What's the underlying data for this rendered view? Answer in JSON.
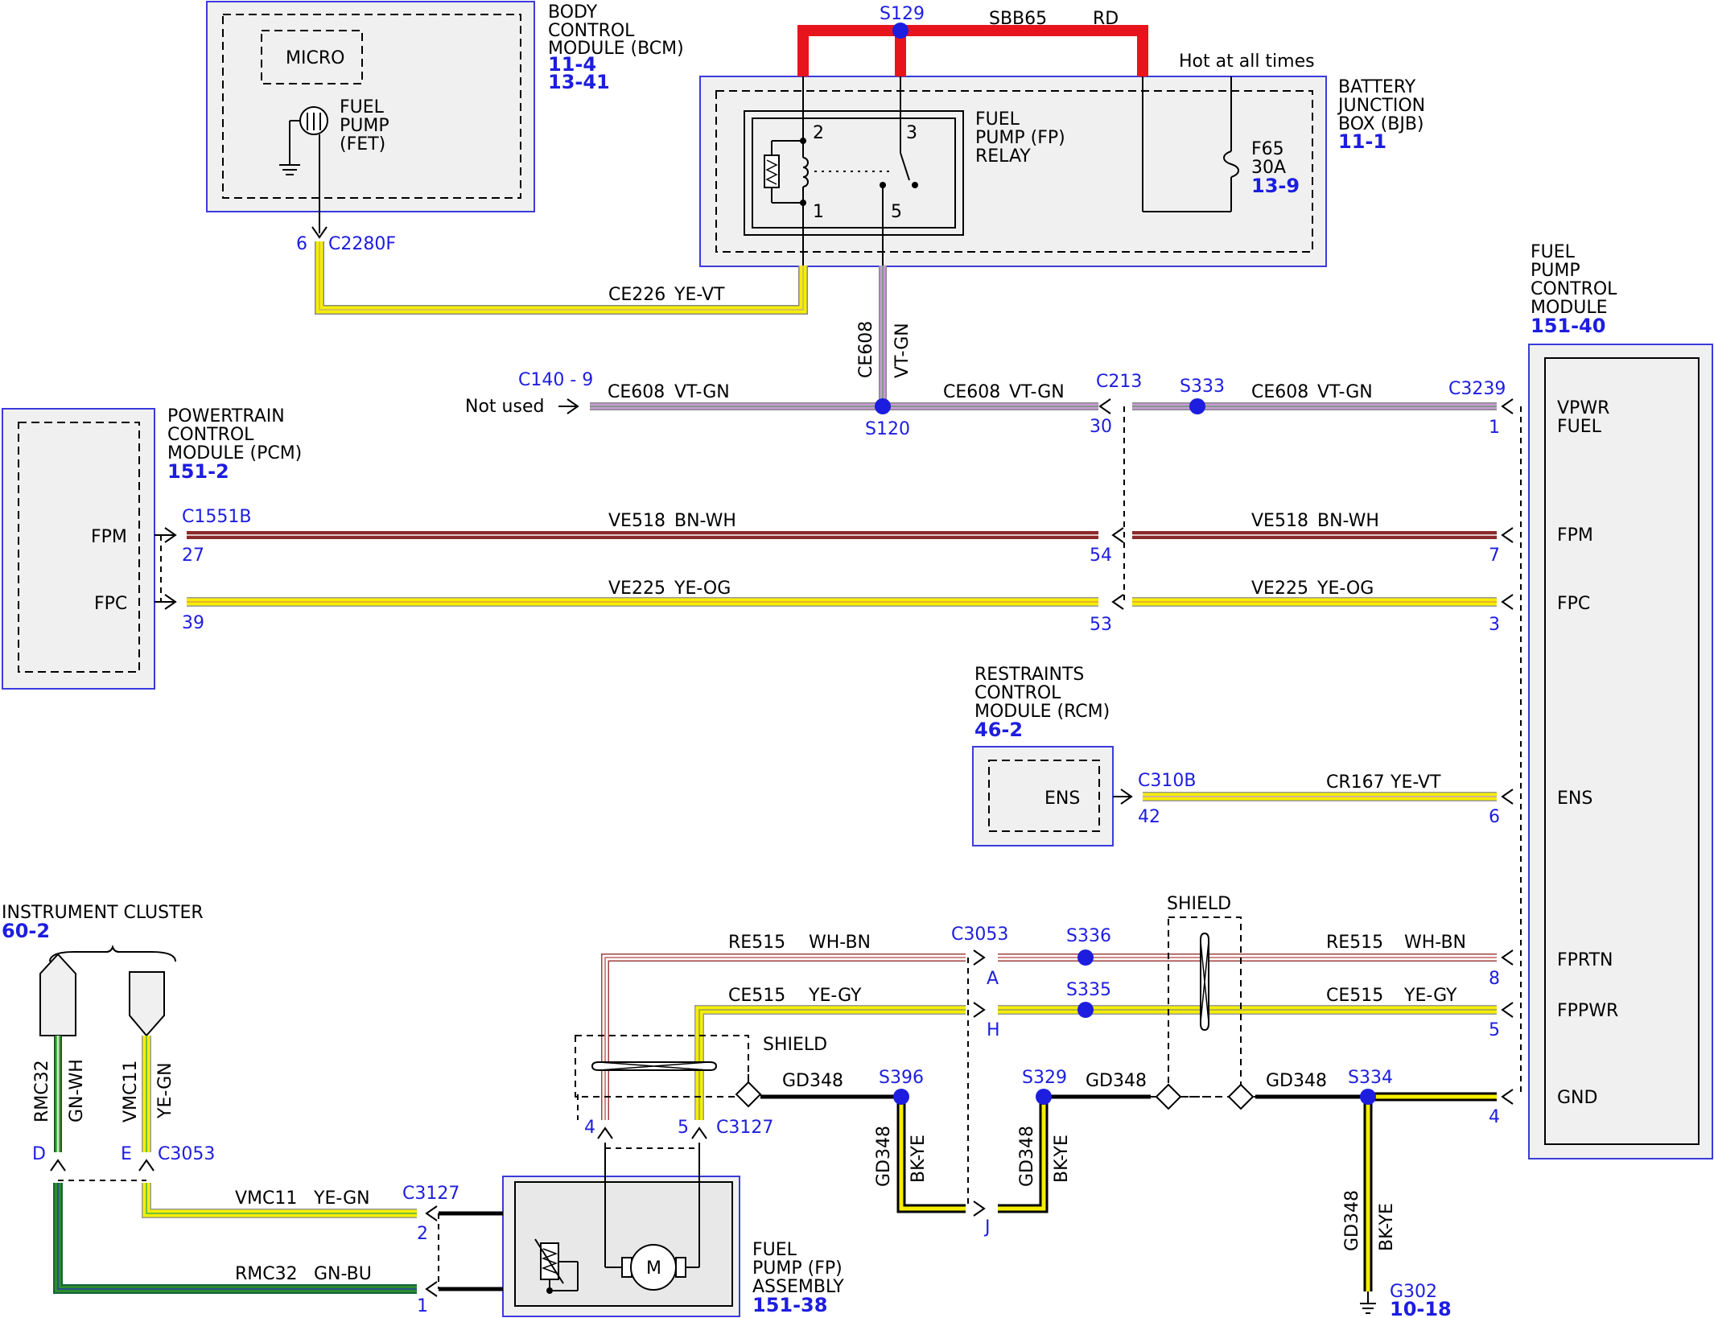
{
  "modules": {
    "bcm": {
      "name": [
        "BODY",
        "CONTROL",
        "MODULE (BCM)"
      ],
      "refs": [
        "11-4",
        "13-41"
      ],
      "micro": "MICRO",
      "fet": [
        "FUEL",
        "PUMP",
        "(FET)"
      ]
    },
    "bjb": {
      "name": [
        "BATTERY",
        "JUNCTION",
        "BOX (BJB)"
      ],
      "refs": [
        "11-1"
      ],
      "relay": [
        "FUEL",
        "PUMP (FP)",
        "RELAY"
      ],
      "hot": "Hot at all times",
      "fuse": [
        "F65",
        "30A"
      ],
      "fuse_ref": "13-9",
      "pins": [
        "2",
        "3",
        "1",
        "5"
      ]
    },
    "pcm": {
      "name": [
        "POWERTRAIN",
        "CONTROL",
        "MODULE (PCM)"
      ],
      "refs": [
        "151-2"
      ],
      "pins": [
        "FPM",
        "FPC"
      ]
    },
    "fpcm": {
      "name": [
        "FUEL",
        "PUMP",
        "CONTROL",
        "MODULE"
      ],
      "refs": [
        "151-40"
      ],
      "pins": [
        "VPWR",
        "FUEL",
        "FPM",
        "FPC",
        "ENS",
        "FPRTN",
        "FPPWR",
        "GND"
      ]
    },
    "rcm": {
      "name": [
        "RESTRAINTS",
        "CONTROL",
        "MODULE (RCM)"
      ],
      "refs": [
        "46-2"
      ],
      "pin": "ENS"
    },
    "cluster": {
      "name": "INSTRUMENT CLUSTER",
      "refs": [
        "60-2"
      ]
    },
    "fp_assembly": {
      "name": [
        "FUEL",
        "PUMP (FP)",
        "ASSEMBLY"
      ],
      "refs": [
        "151-38"
      ],
      "motor": "M"
    }
  },
  "wires": {
    "sbb65": {
      "circuit": "SBB65",
      "color": "RD"
    },
    "ce226": {
      "circuit": "CE226",
      "color": "YE-VT"
    },
    "ce608": {
      "circuit": "CE608",
      "color": "VT-GN"
    },
    "ve518": {
      "circuit": "VE518",
      "color": "BN-WH"
    },
    "ve225": {
      "circuit": "VE225",
      "color": "YE-OG"
    },
    "cr167": {
      "circuit": "CR167",
      "color": "YE-VT"
    },
    "re515": {
      "circuit": "RE515",
      "color": "WH-BN"
    },
    "ce515": {
      "circuit": "CE515",
      "color": "YE-GY"
    },
    "gd348": {
      "circuit": "GD348",
      "color": "BK-YE"
    },
    "rmc32_a": {
      "circuit": "RMC32",
      "color": "GN-WH"
    },
    "rmc32_b": {
      "circuit": "RMC32",
      "color": "GN-BU"
    },
    "vmc11": {
      "circuit": "VMC11",
      "color": "YE-GN"
    }
  },
  "connectors": {
    "c2280f": "C2280F",
    "c140": "C140 - 9",
    "c213": "C213",
    "c3239": "C3239",
    "c1551b": "C1551B",
    "c310b": "C310B",
    "c3053": "C3053",
    "c3127": "C3127"
  },
  "splices": {
    "s129": "S129",
    "s120": "S120",
    "s333": "S333",
    "s336": "S336",
    "s335": "S335",
    "s396": "S396",
    "s329": "S329",
    "s334": "S334"
  },
  "ground": {
    "name": "G302",
    "ref": "10-18"
  },
  "labels": {
    "not_used": "Not used",
    "shield": "SHIELD"
  },
  "pin_numbers": {
    "c2280f": "6",
    "c213_vpwr": "30",
    "c3239_vpwr": "1",
    "pcm_fpm": "27",
    "pcm_fpc": "39",
    "c213_fpm": "54",
    "c213_fpc": "53",
    "fpcm_fpm": "7",
    "fpcm_fpc": "3",
    "rcm_ens": "42",
    "fpcm_ens": "6",
    "c3053_a": "A",
    "c3053_h": "H",
    "fpcm_fprtn": "8",
    "fpcm_fppwr": "5",
    "fpcm_gnd": "4",
    "c3127_4": "4",
    "c3127_5": "5",
    "cluster_d": "D",
    "cluster_e": "E",
    "c3127_2": "2",
    "c3127_1": "1",
    "j": "J"
  },
  "colors": {
    "ref_blue": "#1d1de0",
    "border_blue": "#3b3bdd",
    "red": "#e8141b",
    "yellow": "#f5ee00",
    "brown": "#8b2a2a",
    "violet": "#c79bd6",
    "green": "#2e8b2e",
    "dark_green": "#14633a",
    "module_fill": "#f0f0f0"
  }
}
